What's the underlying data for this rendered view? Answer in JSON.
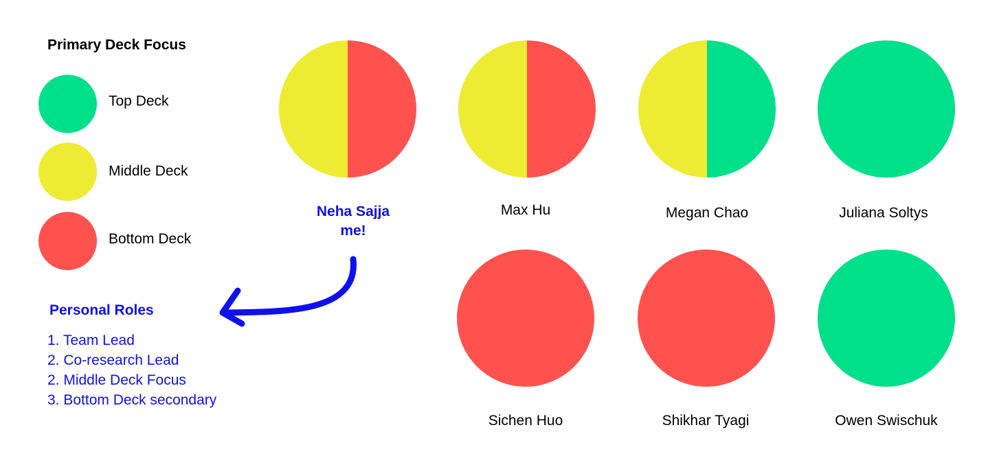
{
  "legend": {
    "title": "Primary Deck Focus",
    "items": [
      {
        "label": "Top Deck",
        "color": "#00df8a"
      },
      {
        "label": "Middle Deck",
        "color": "#eeeb33"
      },
      {
        "label": "Bottom Deck",
        "color": "#ff524f"
      }
    ]
  },
  "members": [
    {
      "name": "Neha Sajja",
      "note": "me!",
      "segments": [
        {
          "deck": "Middle Deck",
          "share": 0.5
        },
        {
          "deck": "Bottom Deck",
          "share": 0.5
        }
      ]
    },
    {
      "name": "Max Hu",
      "segments": [
        {
          "deck": "Middle Deck",
          "share": 0.5
        },
        {
          "deck": "Bottom Deck",
          "share": 0.5
        }
      ]
    },
    {
      "name": "Megan Chao",
      "segments": [
        {
          "deck": "Middle Deck",
          "share": 0.5
        },
        {
          "deck": "Top Deck",
          "share": 0.5
        }
      ]
    },
    {
      "name": "Juliana Soltys",
      "segments": [
        {
          "deck": "Top Deck",
          "share": 1.0
        }
      ]
    },
    {
      "name": "Sichen Huo",
      "segments": [
        {
          "deck": "Bottom Deck",
          "share": 1.0
        }
      ]
    },
    {
      "name": "Shikhar Tyagi",
      "segments": [
        {
          "deck": "Bottom Deck",
          "share": 1.0
        }
      ]
    },
    {
      "name": "Owen Swischuk",
      "segments": [
        {
          "deck": "Top Deck",
          "share": 1.0
        }
      ]
    }
  ],
  "roles": {
    "title": "Personal Roles",
    "items": [
      "1. Team Lead",
      "2. Co-research Lead",
      "2. Middle Deck Focus",
      "3. Bottom Deck secondary"
    ]
  },
  "colors": {
    "highlight": "#1010ee",
    "arrow": "#1010ee"
  }
}
